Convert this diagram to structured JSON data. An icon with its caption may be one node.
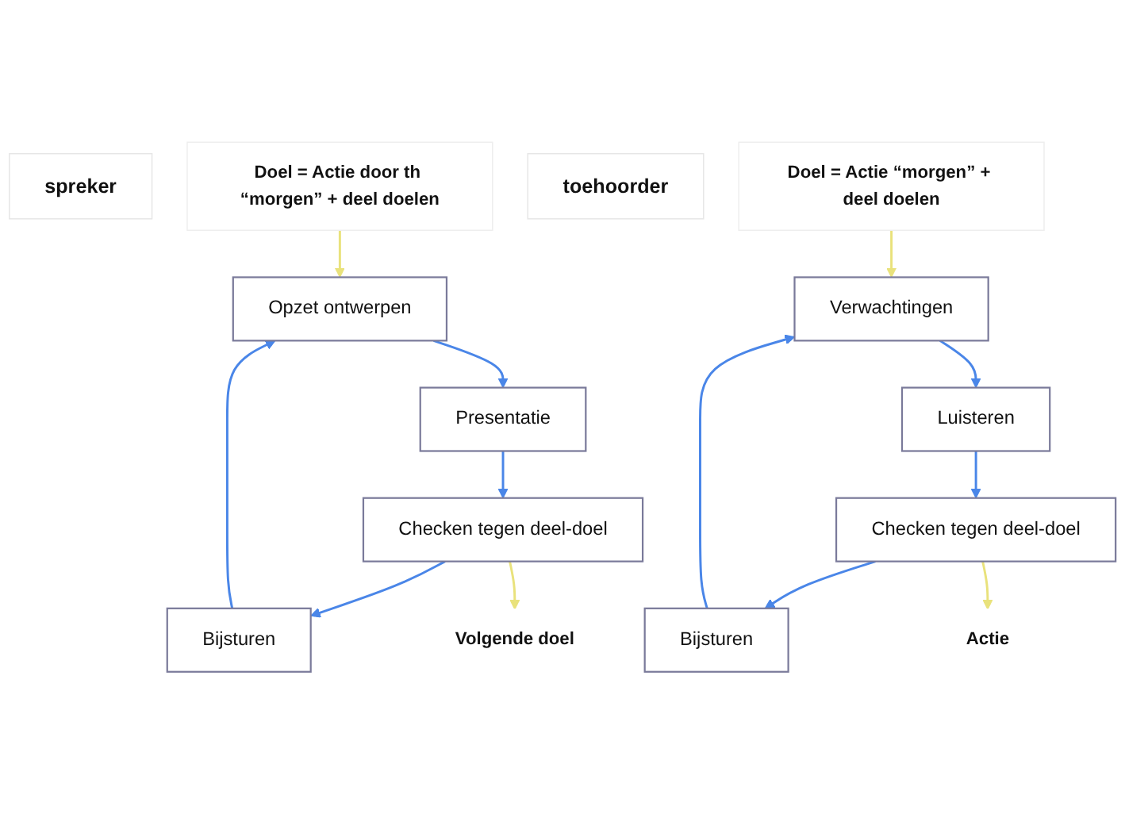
{
  "diagram": {
    "nodes": [
      {
        "text": [
          "spreker"
        ]
      },
      {
        "text": [
          "Doel = Actie door th “morgen” + deel doelen"
        ]
      },
      {
        "text": [
          "Opzet ontwerpen"
        ]
      },
      {
        "text": [
          "Presentatie"
        ]
      },
      {
        "text": [
          "Checken tegen deel-doel"
        ]
      },
      {
        "text": [
          "Bijsturen"
        ]
      },
      {
        "text": [
          "Volgende doel"
        ]
      },
      {
        "text": [
          "toehoorder"
        ]
      },
      {
        "text": [
          "Doel = Actie “morgen” + deel doelen"
        ]
      },
      {
        "text": [
          "Verwachtingen"
        ]
      },
      {
        "text": [
          "Luisteren"
        ]
      },
      {
        "text": [
          "Checken tegen deel-doel"
        ]
      },
      {
        "text": [
          "Bijsturen"
        ]
      },
      {
        "text": [
          "Actie"
        ]
      }
    ],
    "edges": [
      {
        "from": 1,
        "to": 2,
        "arrow": "to",
        "color": "#e9e27c"
      },
      {
        "from": 2,
        "to": 3,
        "arrow": "to"
      },
      {
        "from": 3,
        "to": 4,
        "arrow": "to"
      },
      {
        "from": 4,
        "to": 5,
        "arrow": "to"
      },
      {
        "from": 5,
        "to": 2,
        "arrow": "to"
      },
      {
        "from": 4,
        "to": 6,
        "arrow": "to",
        "color": "#e9e27c"
      },
      {
        "from": 8,
        "to": 9,
        "arrow": "to",
        "color": "#e9e27c"
      },
      {
        "from": 9,
        "to": 10,
        "arrow": "to"
      },
      {
        "from": 10,
        "to": 11,
        "arrow": "to"
      },
      {
        "from": 11,
        "to": 12,
        "arrow": "to"
      },
      {
        "from": 12,
        "to": 9,
        "arrow": "to"
      },
      {
        "from": 11,
        "to": 13,
        "arrow": "to",
        "color": "#e9e27c"
      }
    ]
  }
}
